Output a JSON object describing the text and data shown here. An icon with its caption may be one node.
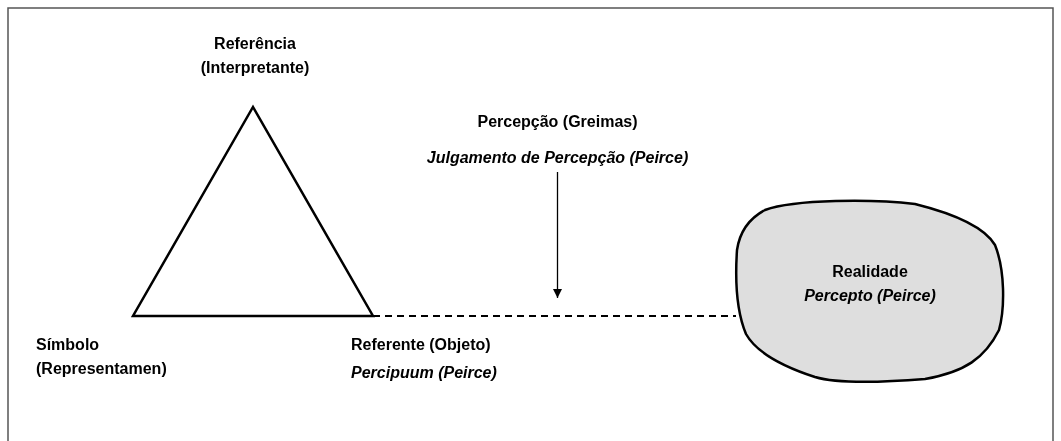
{
  "diagram": {
    "nodes": [
      {
        "text": [
          "Referência (Interpretante)"
        ]
      },
      {
        "text": [],
        "shape": "triangle"
      },
      {
        "text": [
          "Percepção (Greimas)",
          "Julgamento de Percepção (Peirce)"
        ]
      },
      {
        "text": [
          "Realidade",
          "Percepto (Peirce)"
        ]
      },
      {
        "text": [
          "Símbolo (Representamen)"
        ]
      },
      {
        "text": [
          "Referente (Objeto)",
          "Percipuum (Peirce)"
        ]
      }
    ],
    "edges": [
      {
        "from": 1,
        "to": 3,
        "arrow": "none",
        "style": "dashed"
      },
      {
        "from": 2,
        "to": null,
        "arrow": "to"
      }
    ]
  }
}
